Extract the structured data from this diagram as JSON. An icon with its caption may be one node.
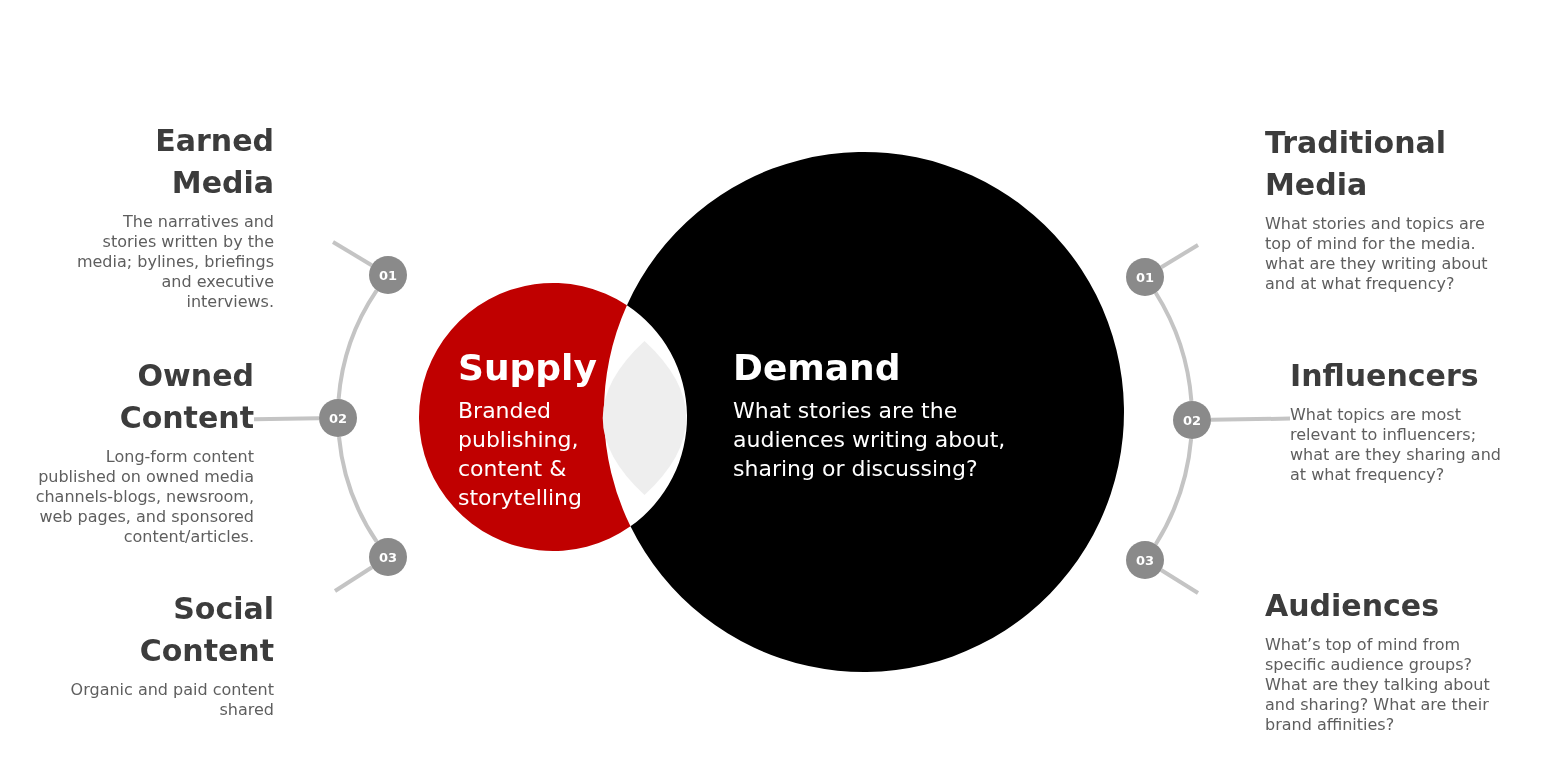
{
  "diagram": {
    "nodes": [
      {
        "text": [
          "Earned Media",
          "The narratives and stories written by the media; bylines, briefings and executive interviews."
        ]
      },
      {
        "text": [
          "Owned Content",
          "Long-form content published on owned media channels-blogs, newsroom, web pages, and sponsored content/articles."
        ]
      },
      {
        "text": [
          "Social Content",
          "Organic and paid content shared"
        ]
      },
      {
        "text": [
          "01"
        ]
      },
      {
        "text": [
          "02"
        ]
      },
      {
        "text": [
          "03"
        ]
      },
      {
        "text": [
          "Supply",
          "Branded publishing, content & storytelling"
        ]
      },
      {
        "text": [],
        "shape": "lens"
      },
      {
        "text": [
          "Demand",
          "What stories are the audiences writing about, sharing or discussing?"
        ]
      },
      {
        "text": [
          "01"
        ]
      },
      {
        "text": [
          "02"
        ]
      },
      {
        "text": [
          "03"
        ]
      },
      {
        "text": [
          "Traditional Media",
          "What stories and topics are top of mind for the media. what are they writing about and at what frequency?"
        ]
      },
      {
        "text": [
          "Influencers",
          "What topics are most relevant to influencers; what are they sharing and at what frequency?"
        ]
      },
      {
        "text": [
          "Audiences",
          "What’s top of mind from specific audience groups? What are they talking about and sharing? What are their brand affinities?"
        ]
      }
    ],
    "edges": [
      {
        "from": 3,
        "to": 4,
        "arrow": "none"
      },
      {
        "from": 4,
        "to": 5,
        "arrow": "none"
      },
      {
        "from": 3,
        "to": null,
        "arrow": "none"
      },
      {
        "from": 4,
        "to": 1,
        "arrow": "none"
      },
      {
        "from": 5,
        "to": null,
        "arrow": "none"
      },
      {
        "from": 9,
        "to": 10,
        "arrow": "none"
      },
      {
        "from": 10,
        "to": 11,
        "arrow": "none"
      },
      {
        "from": 9,
        "to": null,
        "arrow": "none"
      },
      {
        "from": 10,
        "to": 13,
        "arrow": "none"
      },
      {
        "from": 11,
        "to": null,
        "arrow": "none"
      }
    ]
  }
}
